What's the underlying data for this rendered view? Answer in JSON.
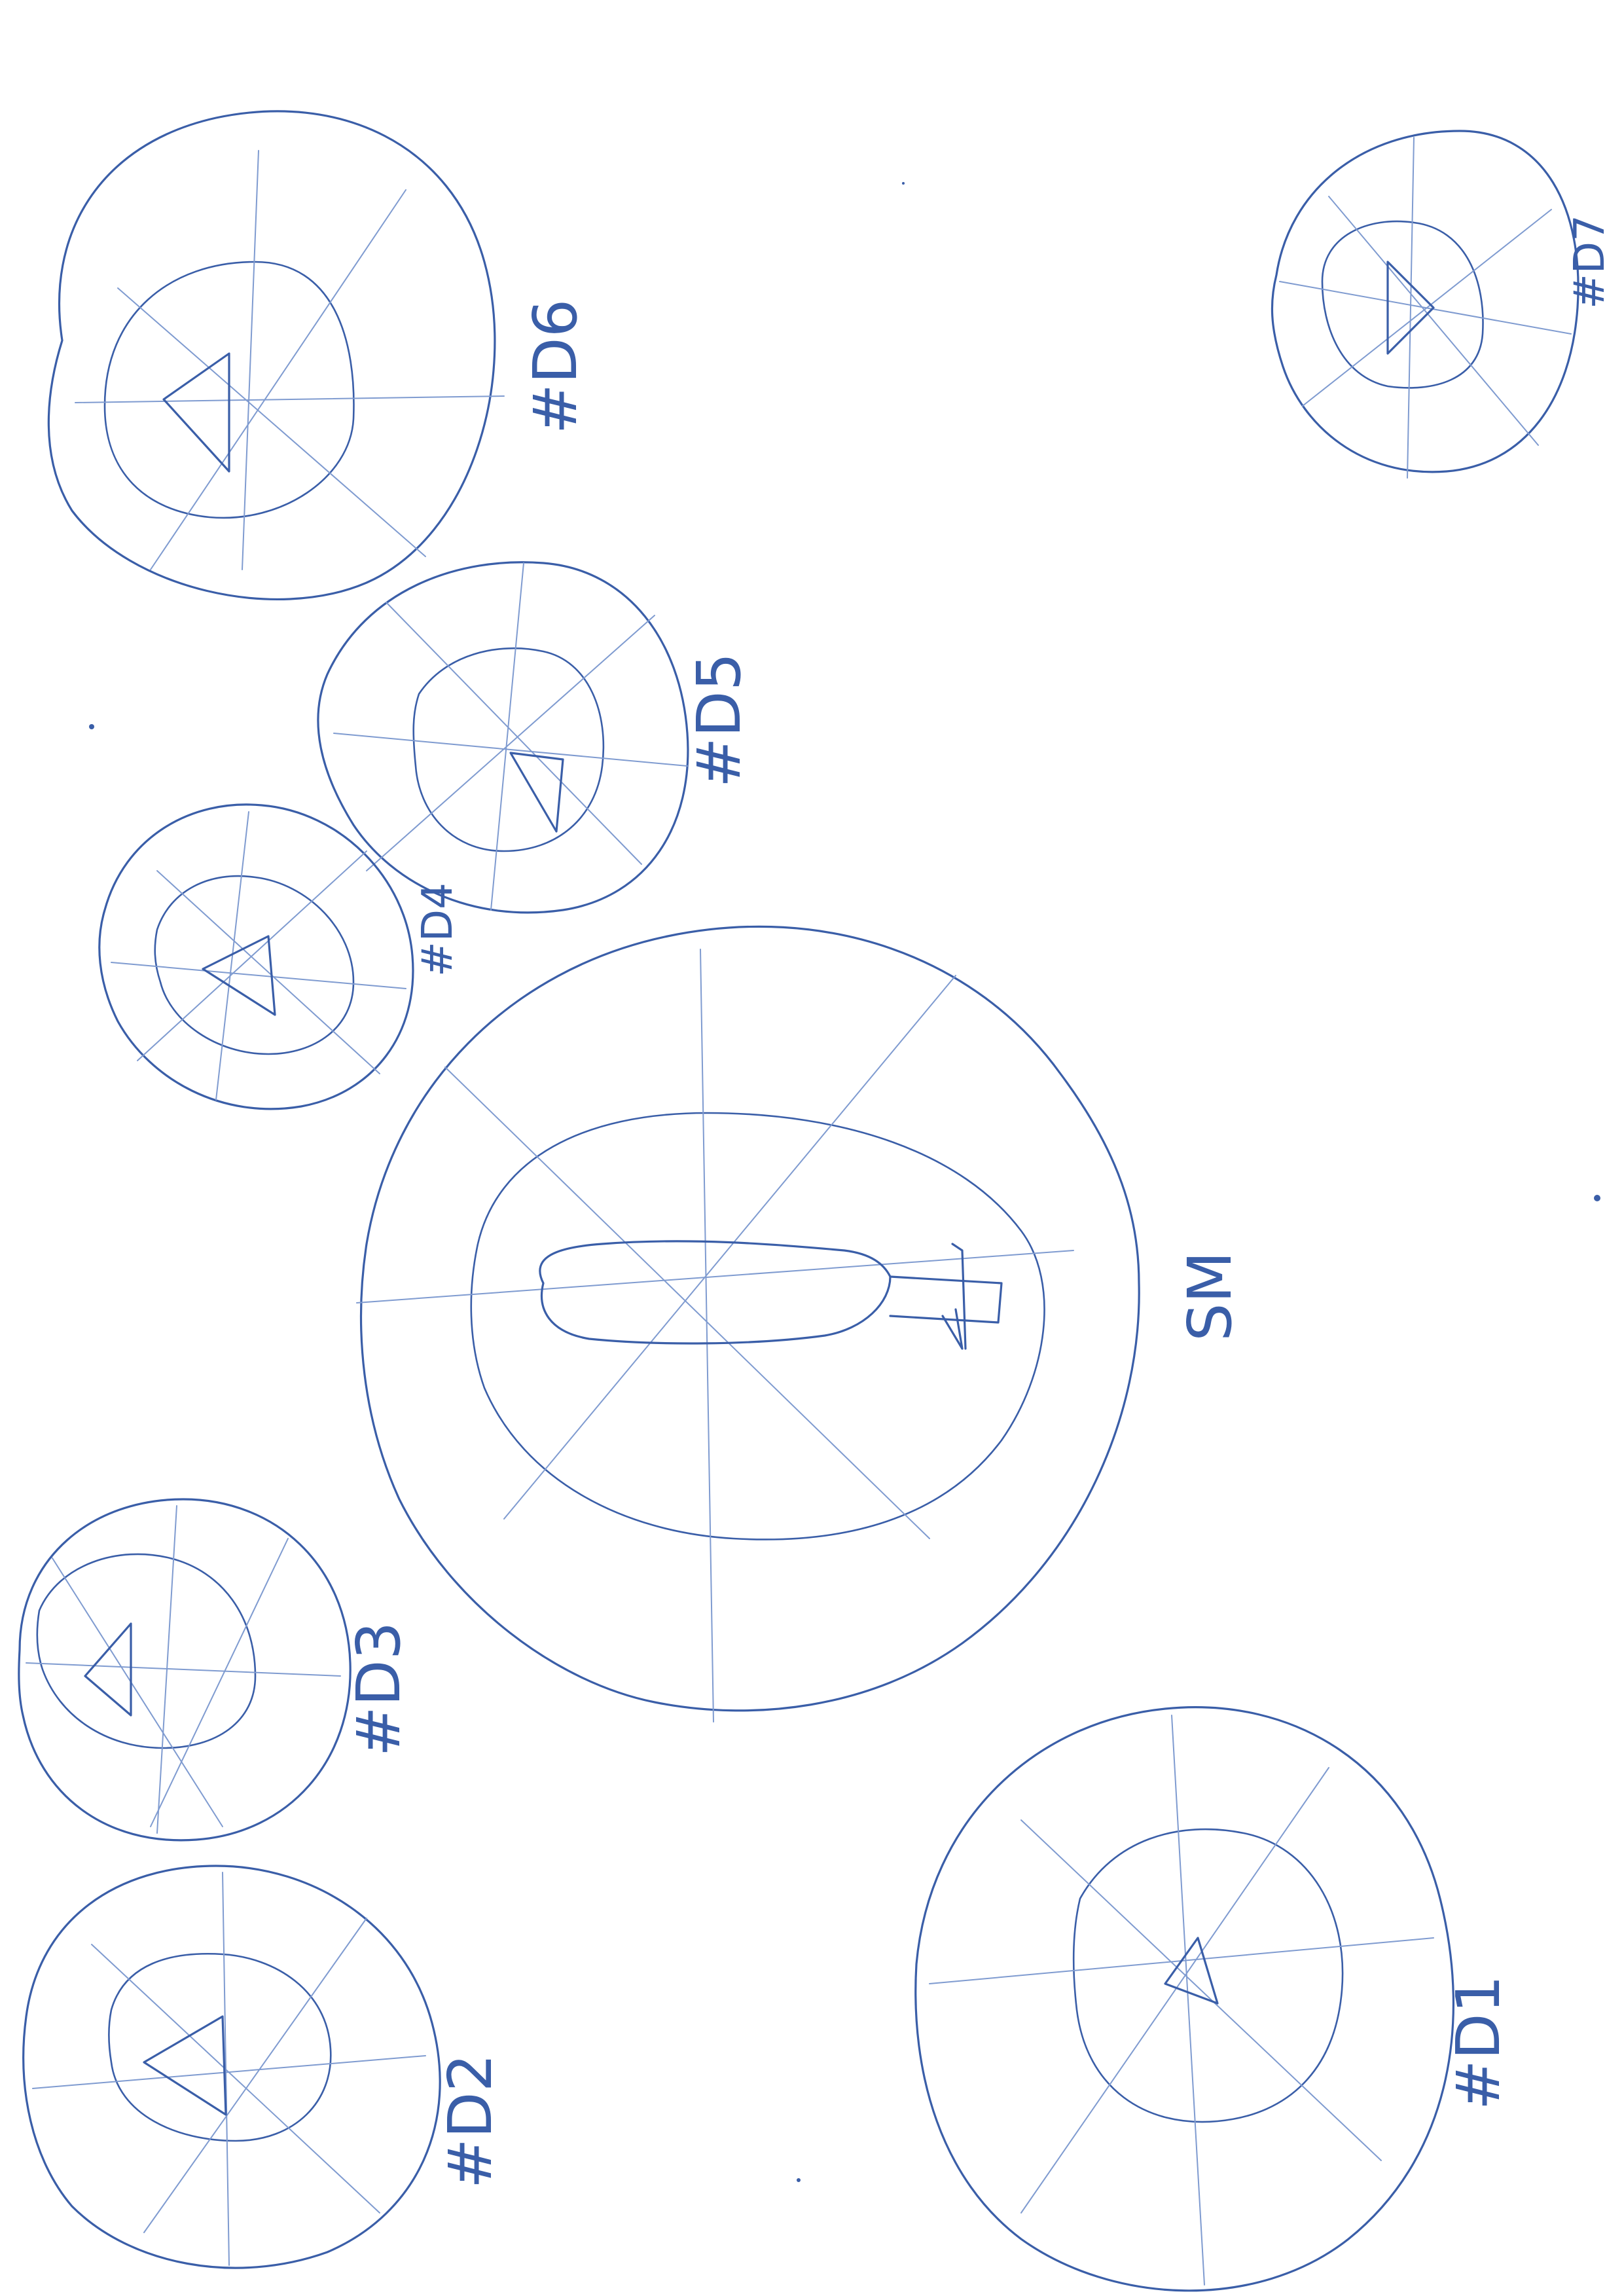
{
  "sketch": {
    "ink_color": "#3a5ea8",
    "ink_light": "#7f9bd0",
    "labels": {
      "sm": "SM",
      "d1": "#D1",
      "d2": "#D2",
      "d3": "#D3",
      "d4": "#D4",
      "d5": "#D5",
      "d6": "#D6",
      "d7": "#D7"
    }
  }
}
